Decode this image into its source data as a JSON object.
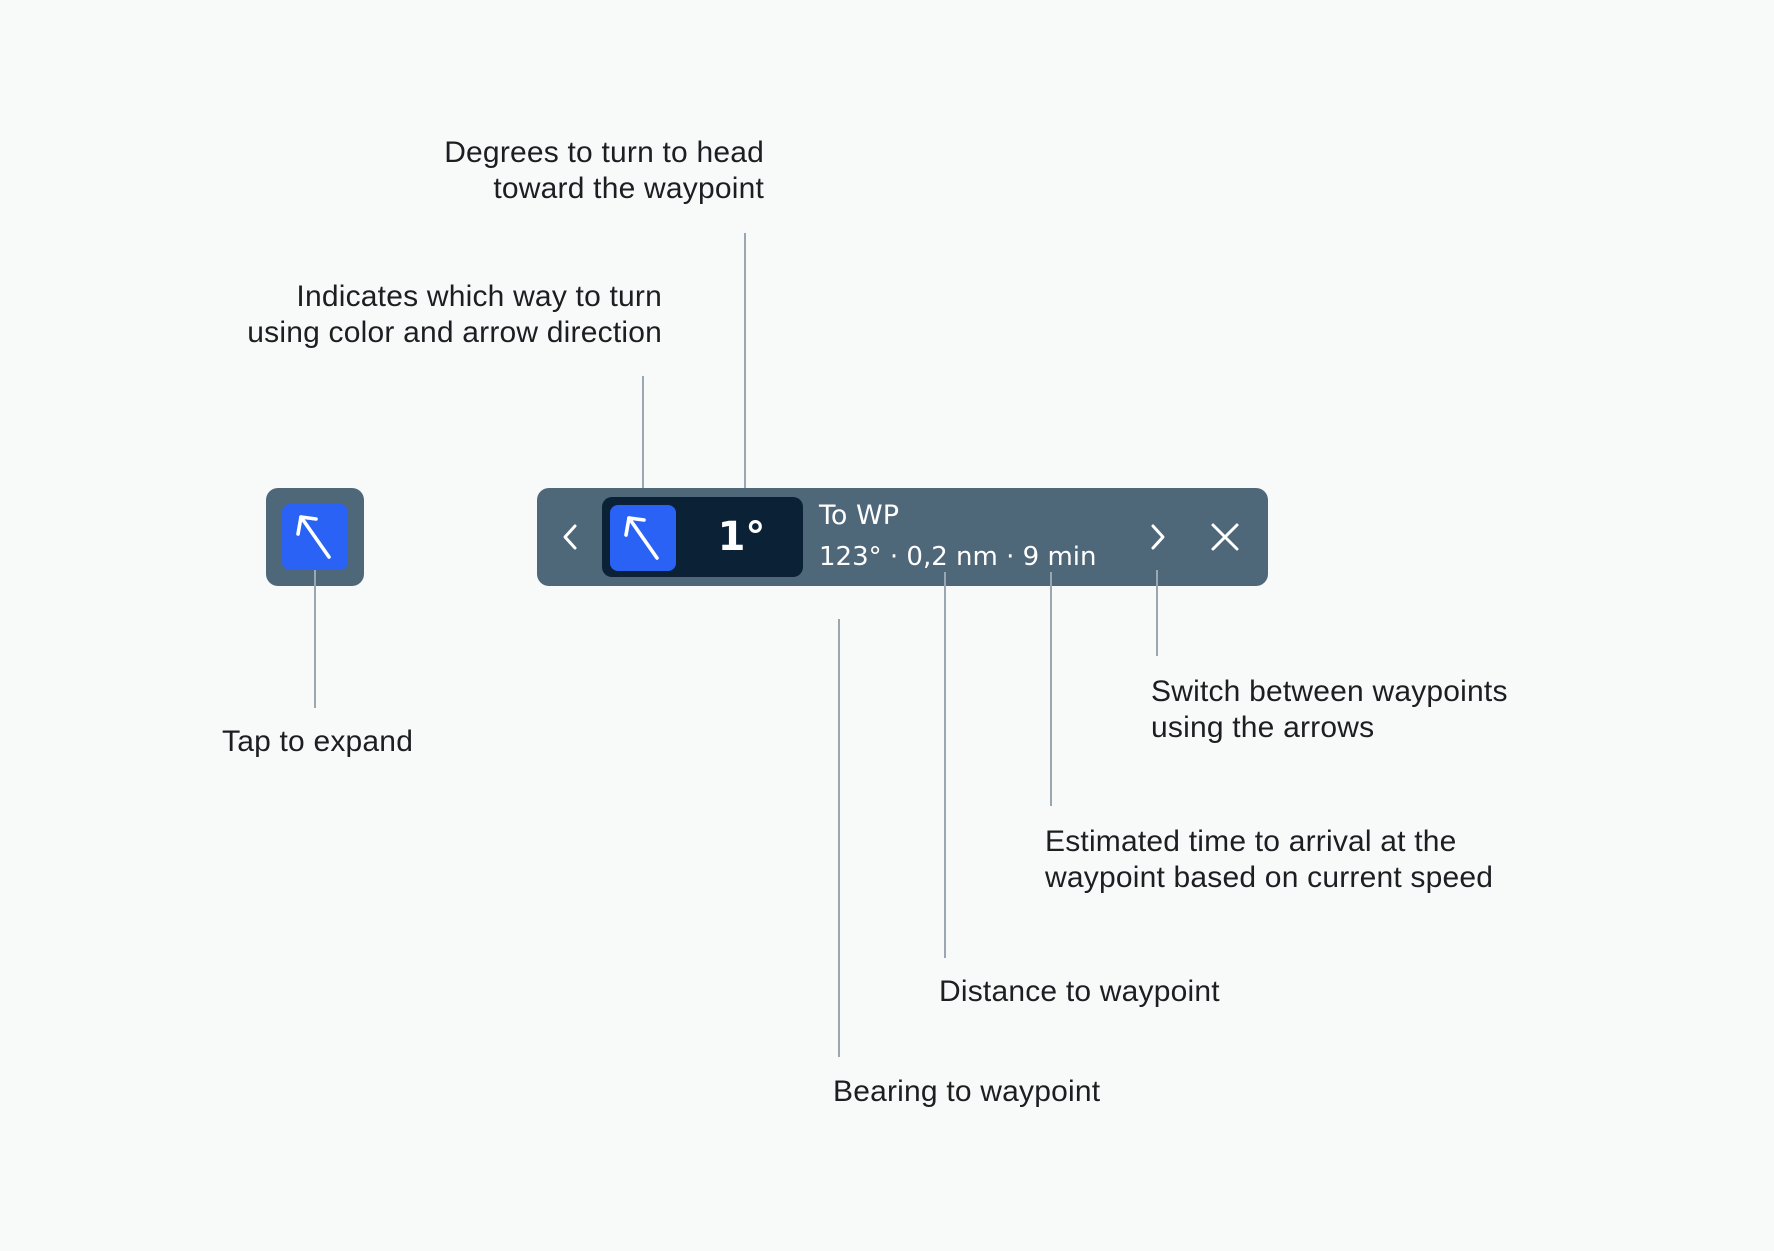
{
  "collapsed": {
    "turn_indicator_icon": "arrow-up-left-icon"
  },
  "bar": {
    "prev_icon": "chevron-left-icon",
    "turn_indicator_icon": "arrow-up-left-icon",
    "degrees": "1°",
    "waypoint_name": "To WP",
    "stats": "123° · 0,2 nm · 9 min",
    "next_icon": "chevron-right-icon",
    "close_icon": "close-icon",
    "colors": {
      "bar": "#4e6779",
      "panel": "#0b2236",
      "turn_tile": "#2a62f5"
    }
  },
  "annotations": {
    "degrees": [
      "Degrees to turn to head",
      "toward the waypoint"
    ],
    "turn_direction": [
      "Indicates which way to turn",
      "using color and arrow direction"
    ],
    "tap_expand": "Tap to expand",
    "switch_waypoints": [
      "Switch between waypoints",
      "using the arrows"
    ],
    "eta": [
      "Estimated time to arrival at the",
      "waypoint based on current speed"
    ],
    "distance": "Distance to waypoint",
    "bearing": "Bearing to waypoint"
  }
}
